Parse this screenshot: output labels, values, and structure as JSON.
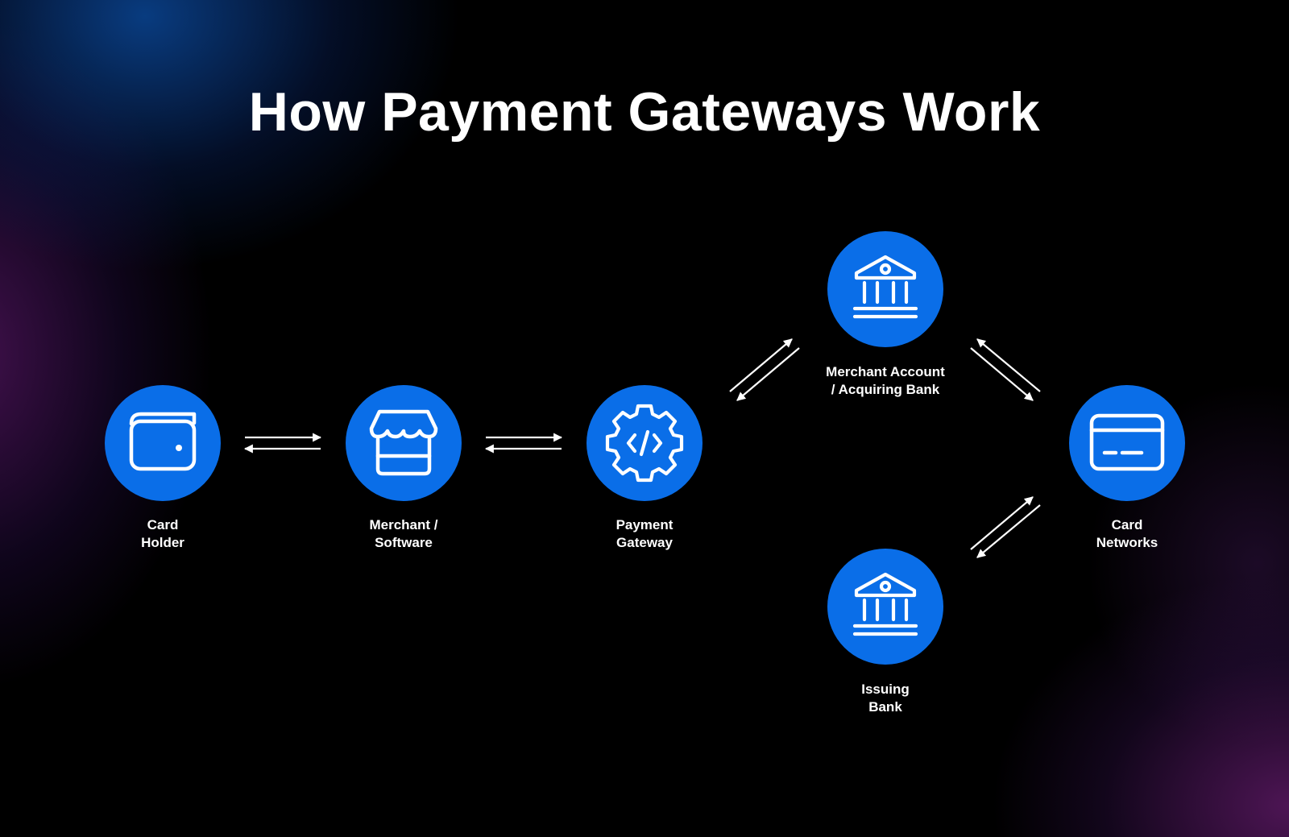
{
  "title": "How Payment Gateways Work",
  "colors": {
    "background": "#000000",
    "node_fill": "#0a6ee8",
    "icon_stroke": "#ffffff",
    "text": "#ffffff"
  },
  "nodes": {
    "card_holder": {
      "line1": "Card",
      "line2": "Holder",
      "icon": "wallet-icon"
    },
    "merchant": {
      "line1": "Merchant /",
      "line2": "Software",
      "icon": "storefront-icon"
    },
    "payment_gateway": {
      "line1": "Payment",
      "line2": "Gateway",
      "icon": "gear-code-icon"
    },
    "acquiring_bank": {
      "line1": "Merchant Account",
      "line2": "/ Acquiring Bank",
      "icon": "bank-icon"
    },
    "issuing_bank": {
      "line1": "Issuing",
      "line2": "Bank",
      "icon": "bank-icon"
    },
    "card_networks": {
      "line1": "Card",
      "line2": "Networks",
      "icon": "credit-card-icon"
    }
  },
  "connections": [
    {
      "from": "Card Holder",
      "to": "Merchant / Software",
      "direction": "bidirectional"
    },
    {
      "from": "Merchant / Software",
      "to": "Payment Gateway",
      "direction": "bidirectional"
    },
    {
      "from": "Payment Gateway",
      "to": "Merchant Account / Acquiring Bank",
      "direction": "bidirectional"
    },
    {
      "from": "Merchant Account / Acquiring Bank",
      "to": "Card Networks",
      "direction": "bidirectional"
    },
    {
      "from": "Card Networks",
      "to": "Issuing Bank",
      "direction": "bidirectional"
    }
  ]
}
